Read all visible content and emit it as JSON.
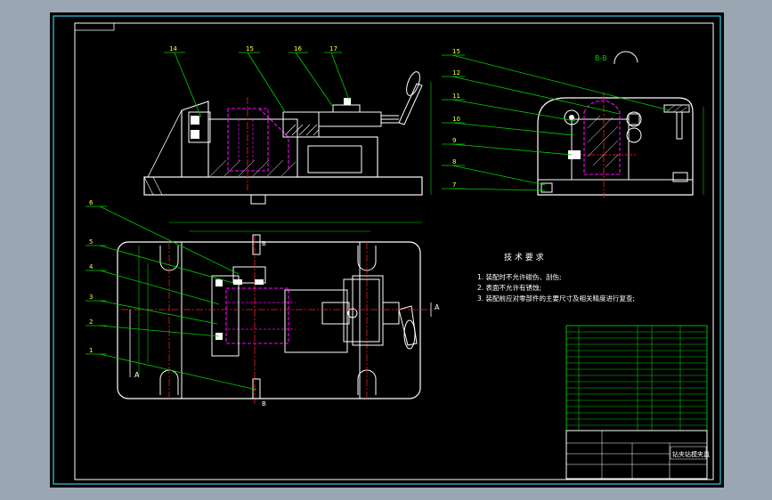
{
  "drawing": {
    "section_label": "B-B",
    "tech_title": "技 术 要 求",
    "tech_notes": [
      "1. 装配时不允许碰伤、刮伤;",
      "2. 表面不允许有锈蚀;",
      "3. 装配前应对零部件的主要尺寸及相关精度进行复查;"
    ],
    "side_callouts": [
      "15",
      "12",
      "11",
      "10",
      "9",
      "8",
      "7"
    ],
    "front_callouts": [
      "14",
      "15",
      "16",
      "17"
    ],
    "plan_callouts": [
      "6",
      "5",
      "4",
      "3",
      "2",
      "1"
    ],
    "section_arrow_letter_a": "A",
    "section_arrow_letter_b": "B",
    "title_block_name": "钻夹钻模夹具",
    "colors": {
      "background_frame": "#9aa7b2",
      "viewport": "#000000",
      "line_white": "#ffffff",
      "line_green": "#00d000",
      "line_magenta": "#ff00ff",
      "line_red": "#ff2020",
      "line_yellow": "#ffff40",
      "border_cyan": "#35c8e8"
    }
  }
}
